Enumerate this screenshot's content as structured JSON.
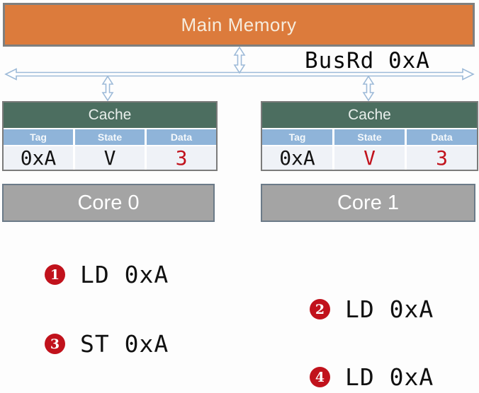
{
  "memory": {
    "label": "Main Memory"
  },
  "bus": {
    "label": "BusRd 0xA"
  },
  "caches": [
    {
      "title": "Cache",
      "columns": [
        "Tag",
        "State",
        "Data"
      ],
      "values": [
        "0xA",
        "V",
        "3"
      ],
      "highlighted_values": [
        "Data"
      ]
    },
    {
      "title": "Cache",
      "columns": [
        "Tag",
        "State",
        "Data"
      ],
      "values": [
        "0xA",
        "V",
        "3"
      ],
      "highlighted_values": [
        "State",
        "Data"
      ]
    }
  ],
  "cores": [
    {
      "label": "Core 0"
    },
    {
      "label": "Core 1"
    }
  ],
  "operations": [
    {
      "num": "1",
      "text": "LD 0xA",
      "core": "Core 0"
    },
    {
      "num": "2",
      "text": "LD 0xA",
      "core": "Core 1"
    },
    {
      "num": "3",
      "text": "ST 0xA",
      "core": "Core 0"
    },
    {
      "num": "4",
      "text": "LD 0xA",
      "core": "Core 1"
    }
  ],
  "colors": {
    "memory_orange": "#dc7b3c",
    "cache_green": "#4c6e60",
    "table_header_blue": "#8fb4d9",
    "table_row_blue": "#eff2f7",
    "core_gray": "#a4a4a4",
    "core_border": "#6b7a88",
    "arrow_blue": "#9dbad8",
    "highlight_red": "#c1121c"
  }
}
